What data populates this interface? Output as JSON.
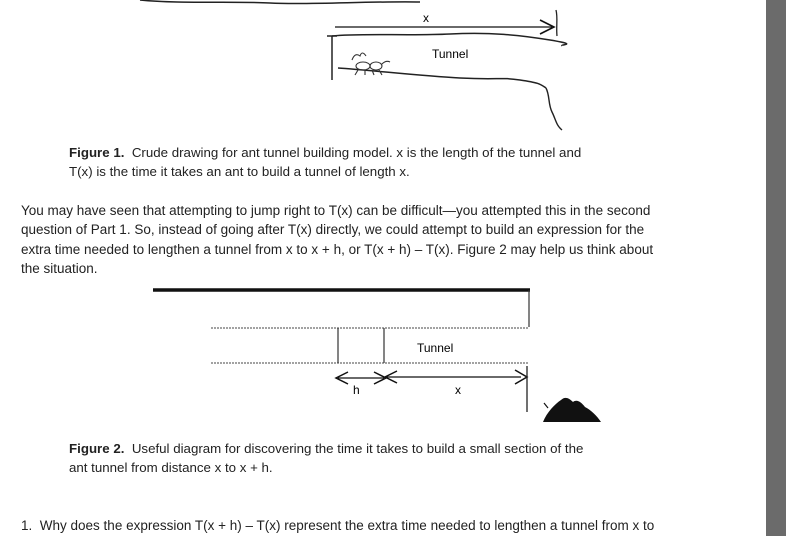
{
  "figure1": {
    "label_x": "x",
    "label_tunnel": "Tunnel",
    "caption_bold": "Figure 1.",
    "caption_line1": "Crude drawing for ant tunnel building model. x is the length of the tunnel and",
    "caption_line2": "T(x) is the time it takes an ant to build a tunnel of length x."
  },
  "paragraph": {
    "line1": "You may have seen that attempting to jump right to T(x) can be difficult—you attempted this in the second",
    "line2": "question of Part 1.  So, instead of going after T(x) directly, we could attempt to build an expression for the",
    "line3": "extra time needed to lengthen a tunnel from x to x + h, or T(x + h) – T(x).  Figure 2 may help us think about",
    "line4": "the situation."
  },
  "figure2": {
    "label_tunnel": "Tunnel",
    "label_h": "h",
    "label_x": "x",
    "caption_bold": "Figure 2.",
    "caption_line1": "Useful diagram for discovering the time it takes to build a small section of the",
    "caption_line2": "ant tunnel from distance x to x + h."
  },
  "question1": {
    "number": "1.",
    "text": "Why does the expression T(x + h) – T(x) represent the extra time needed to lengthen a tunnel from x to"
  }
}
